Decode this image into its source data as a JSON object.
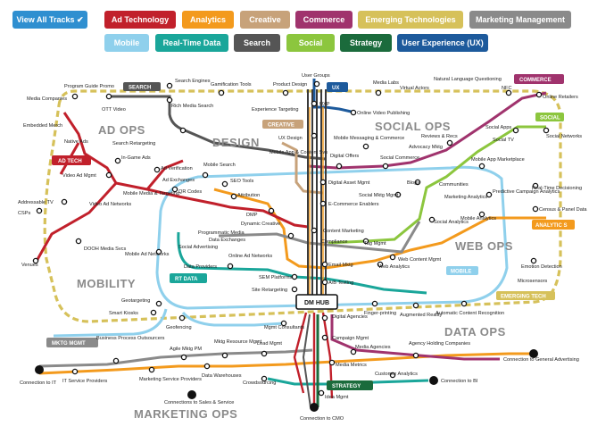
{
  "filters": {
    "row1": [
      {
        "label": "View All Tracks ✔",
        "color": "#2f8fd0"
      },
      {
        "label": "Ad Technology",
        "color": "#c1202b"
      },
      {
        "label": "Analytics",
        "color": "#f39a1d"
      },
      {
        "label": "Creative",
        "color": "#c7a27a"
      },
      {
        "label": "Commerce",
        "color": "#a0336d"
      },
      {
        "label": "Emerging Technologies",
        "color": "#d6c15a"
      },
      {
        "label": "Marketing Management",
        "color": "#8a8a8a"
      }
    ],
    "row2": [
      {
        "label": "Mobile",
        "color": "#8fd0ec"
      },
      {
        "label": "Real-Time Data",
        "color": "#1aa69a"
      },
      {
        "label": "Search",
        "color": "#555555"
      },
      {
        "label": "Social",
        "color": "#8cc63e"
      },
      {
        "label": "Strategy",
        "color": "#1b6b3c"
      },
      {
        "label": "User Experience (UX)",
        "color": "#1d5a9c"
      }
    ]
  },
  "zones": {
    "ad_ops": "AD OPS",
    "design": "DESIGN",
    "social_ops": "SOCIAL OPS",
    "web_ops": "WEB OPS",
    "mobility": "MOBILITY",
    "data_ops": "DATA OPS",
    "marketing_ops": "MARKETING OPS"
  },
  "tags": {
    "search": "SEARCH",
    "ux": "UX",
    "commerce": "COMMERCE",
    "social": "SOCIAL",
    "creative": "CREATIVE",
    "ad_tech": "AD TECH",
    "analytics": "ANALYTIC S",
    "mobile": "MOBILE",
    "rt_data": "RT DATA",
    "emerging_tech": "EMERGING TECH",
    "mktg_mgmt": "MKTG MGMT",
    "strategy": "STRATEGY",
    "dm_hub": "DM HUB"
  },
  "stations": {
    "program_guide_promo": "Program Guide Promo",
    "ott_video": "OTT Video",
    "media_companies": "Media Companies",
    "embedded_merch": "Embedded Merch",
    "native_ads": "Native Ads",
    "search_engines": "Search Engines",
    "rich_media_search": "Rich Media Search",
    "gamification_tools": "Gamification Tools",
    "product_design": "Product Design",
    "user_groups": "User Groups",
    "media_labs": "Media Labs",
    "virtual_actors": "Virtual Actors",
    "natural_language_questioning": "Natural Language Questioning",
    "nfc": "NFC",
    "online_retailers": "Online Retailers",
    "uxp": "UXP",
    "online_video_publishing": "Online Video Publishing",
    "experience_targeting": "Experience Targeting",
    "social_networks": "Social Networks",
    "social_apps": "Social Apps",
    "social_tv": "Social TV",
    "reviews_recs": "Reviews & Recs",
    "advocacy_mktg": "Advocacy Mktg",
    "ux_design": "UX Design",
    "mobile_messaging_commerce": "Mobile Messaging & Commerce",
    "search_retargeting": "Search Retargeting",
    "in_game_ads": "In-Game Ads",
    "mobile_apps_content_svs": "Mobile App & Content Svs",
    "digital_offers": "Digital Offers",
    "social_commerce": "Social Commerce",
    "mobile_app_marketplace": "Mobile App Marketplace",
    "video_ad_mgmt": "Video Ad Mgmt",
    "ad_verification": "Ad Verification",
    "ad_exchanges": "Ad Exchanges",
    "mobile_search": "Mobile Search",
    "digital_asset_mgmt": "Digital Asset Mgmt",
    "blogs": "Blogs",
    "communities": "Communities",
    "real_time_decisioning": "Real-Time Decisioning",
    "addressable_tv": "Addressable TV",
    "video_ad_networks": "Video Ad Networks",
    "mobile_media_targeting": "Mobile Media & Targeting",
    "qr_codes": "QR Codes",
    "seo_tools": "SEO Tools",
    "social_mktg_mgmt": "Social Mktg Mgmt",
    "marketing_analytics": "Marketing Analytics",
    "predictive_campaign_analytics": "Predictive Campaign Analytics",
    "census_panel_data": "Census & Panel Data",
    "csps": "CSPs",
    "attribution": "Attribution",
    "e_commerce_enablers": "E-Commerce Enablers",
    "mobile_analytics": "Mobile Analytics",
    "social_analytics": "Social Analytics",
    "dmp": "DMP",
    "dynamic_creative": "Dynamic Creative",
    "dooh_media_svcs": "DOOH Media Svcs",
    "programmatic_media": "Programmatic Media",
    "data_exchanges": "Data Exchanges",
    "content_marketing": "Content Marketing",
    "compliance": "Compliance",
    "tag_mgmt": "Tag Mgmt",
    "venues": "Venues",
    "social_advertising": "Social Advertising",
    "mobile_ad_networks": "Mobile Ad Networks",
    "online_ad_networks": "Online Ad Networks",
    "web_content_mgmt": "Web Content Mgmt",
    "emotion_detection": "Emotion Detection",
    "data_providers": "Data Providers",
    "email_mktg": "Email Mktg",
    "web_analytics": "Web Analytics",
    "sem_platforms": "SEM Platforms",
    "ab_testing": "A/B Testing",
    "microsensors": "Microsensors",
    "geotargeting": "Geotargeting",
    "site_retargeting": "Site Retargeting",
    "smart_kiosks": "Smart Kiosks",
    "digital_agencies": "Digital Agencies",
    "finger_printing": "Finger-printing",
    "augmented_reality": "Augmented Reality",
    "automatic_content_recognition": "Automatic Content Recognition",
    "geofencing": "Geofencing",
    "mgmt_consultants": "Mgmt Consultants",
    "campaign_mgmt": "Campaign Mgmt",
    "business_process_outsourcers": "Business Process Outsourcers",
    "agile_mktg_pm": "Agile Mktg PM",
    "mktg_resource_mgmt": "Mktg Resource Mgmt",
    "lead_mgmt": "Lead Mgmt",
    "media_agencies": "Media Agencies",
    "agency_holding_companies": "Agency Holding Companies",
    "connection_general_advertising": "Connection to General Advertising",
    "connection_to_it": "Connection to IT",
    "it_service_providers": "IT Service Providers",
    "marketing_service_providers": "Marketing Service Providers",
    "data_warehouses": "Data Warehouses",
    "media_metrics": "Media Metrics",
    "customer_analytics": "Customer Analytics",
    "connection_to_bi": "Connection to BI",
    "crowdsourcing": "Crowdsourcing",
    "connections_sales_service": "Connections to Sales & Service",
    "idea_mgmt": "Idea Mgmt",
    "connection_to_cmo": "Connection to CMO"
  }
}
